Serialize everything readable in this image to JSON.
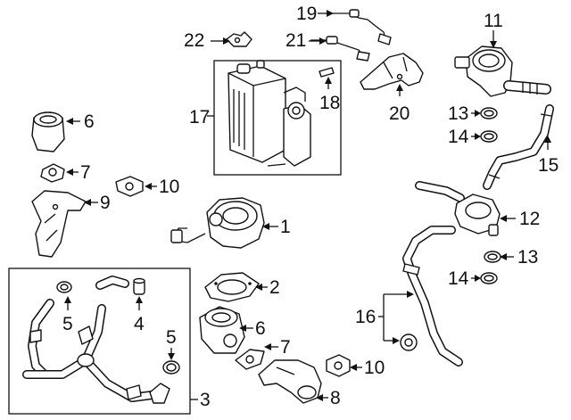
{
  "callouts": {
    "c1": "1",
    "c2": "2",
    "c3": "3",
    "c4": "4",
    "c5a": "5",
    "c5b": "5",
    "c6a": "6",
    "c6b": "6",
    "c7a": "7",
    "c7b": "7",
    "c8": "8",
    "c9": "9",
    "c10a": "10",
    "c10b": "10",
    "c11": "11",
    "c12": "12",
    "c13a": "13",
    "c13b": "13",
    "c14a": "14",
    "c14b": "14",
    "c15": "15",
    "c16": "16",
    "c17": "17",
    "c18": "18",
    "c19": "19",
    "c20": "20",
    "c21": "21",
    "c22": "22"
  },
  "icons": {
    "arrow": "arrow-head",
    "hose": "hose-shape",
    "pump": "air-pump-shape"
  }
}
